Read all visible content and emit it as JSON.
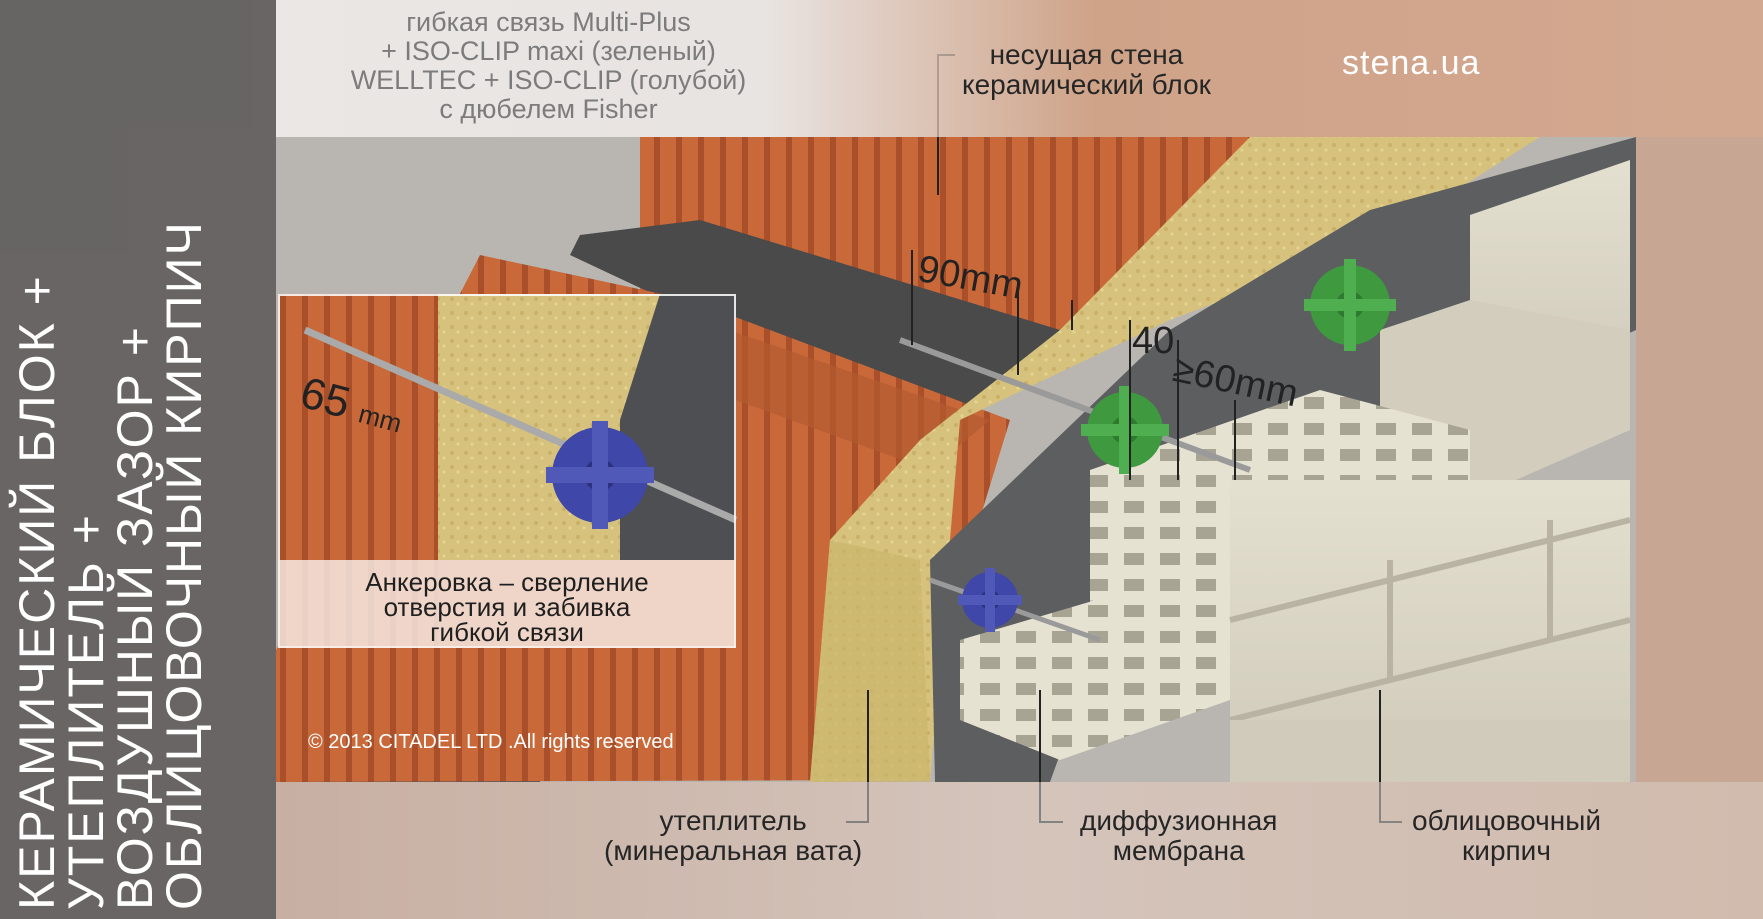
{
  "site": "stena.ua",
  "vertical_title": [
    "КЕРАМИЧЕСКИЙ БЛОК +",
    "УТЕПЛИТЕЛЬ +",
    "ВОЗДУШНЫЙ ЗАЗОР +",
    "ОБЛИЦОВОЧНЫЙ КИРПИЧ"
  ],
  "ties_caption": [
    "гибкая связь  Multi-Plus",
    "+ ISO-CLIP maxi (зеленый)",
    "WELLTEC  + ISO-CLIP (голубой)",
    "с дюбелем Fisher"
  ],
  "labels": {
    "wall": [
      "несущая стена",
      "керамический блок"
    ],
    "insulation": [
      "утеплитель",
      "(минеральная вата)"
    ],
    "membrane": [
      "диффузионная",
      "мембрана"
    ],
    "facing": [
      "облицовочный",
      "кирпич"
    ]
  },
  "dimensions": {
    "d90": "90mm",
    "d40": "40",
    "d60": "≥60mm",
    "d65": "65",
    "d65_unit": "mm"
  },
  "inset_caption": [
    "Анкеровка – сверление",
    "отверстия и забивка",
    "гибкой связи"
  ],
  "copyright": "© 2013 CITADEL LTD .All rights reserved",
  "colors": {
    "sidebar": "#5f5f5f",
    "brick": "#c86a3c",
    "wool": "#d7c27a",
    "facing": "#dcd8c8",
    "clip_green": "#3f9a3f",
    "clip_blue": "#3f47a8"
  }
}
